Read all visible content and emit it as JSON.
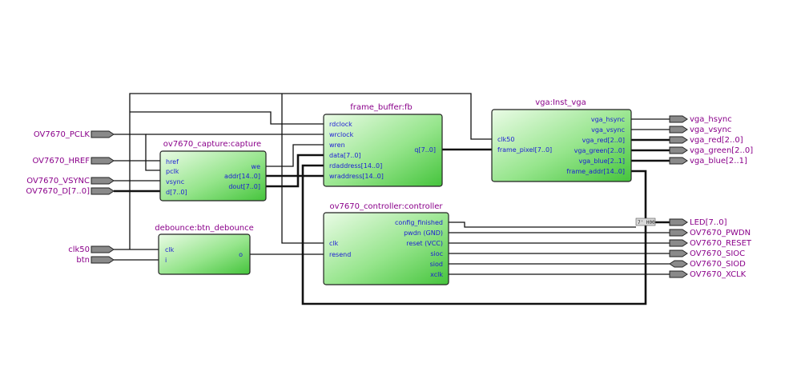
{
  "blocks": {
    "capture": {
      "title": "ov7670_capture:capture",
      "inputs": [
        "href",
        "pclk",
        "vsync",
        "d[7..0]"
      ],
      "outputs": [
        "we",
        "addr[14..0]",
        "dout[7..0]"
      ]
    },
    "debounce": {
      "title": "debounce:btn_debounce",
      "inputs": [
        "clk",
        "i"
      ],
      "outputs": [
        "o"
      ]
    },
    "fb": {
      "title": "frame_buffer:fb",
      "inputs": [
        "rdclock",
        "wrclock",
        "wren",
        "data[7..0]",
        "rdaddress[14..0]",
        "wraddress[14..0]"
      ],
      "outputs": [
        "q[7..0]"
      ]
    },
    "controller": {
      "title": "ov7670_controller:controller",
      "inputs": [
        "clk",
        "resend"
      ],
      "outputs": [
        "config_finished",
        "pwdn (GND)",
        "reset (VCC)",
        "sioc",
        "siod",
        "xclk"
      ]
    },
    "vga": {
      "title": "vga:Inst_vga",
      "inputs": [
        "clk50",
        "frame_pixel[7..0]"
      ],
      "outputs": [
        "vga_hsync",
        "vga_vsync",
        "vga_red[2..0]",
        "vga_green[2..0]",
        "vga_blue[2..1]",
        "frame_addr[14..0]"
      ]
    }
  },
  "inputs": [
    "OV7670_PCLK",
    "OV7670_HREF",
    "OV7670_VSYNC",
    "OV7670_D[7..0]",
    "clk50",
    "btn"
  ],
  "outputs": [
    "vga_hsync",
    "vga_vsync",
    "vga_red[2..0]",
    "vga_green[2..0]",
    "vga_blue[2..1]",
    "LED[7..0]",
    "OV7670_PWDN",
    "OV7670_RESET",
    "OV7670_SIOC",
    "OV7670_SIOD",
    "OV7670_XCLK"
  ],
  "const_label": "7' H00 --"
}
